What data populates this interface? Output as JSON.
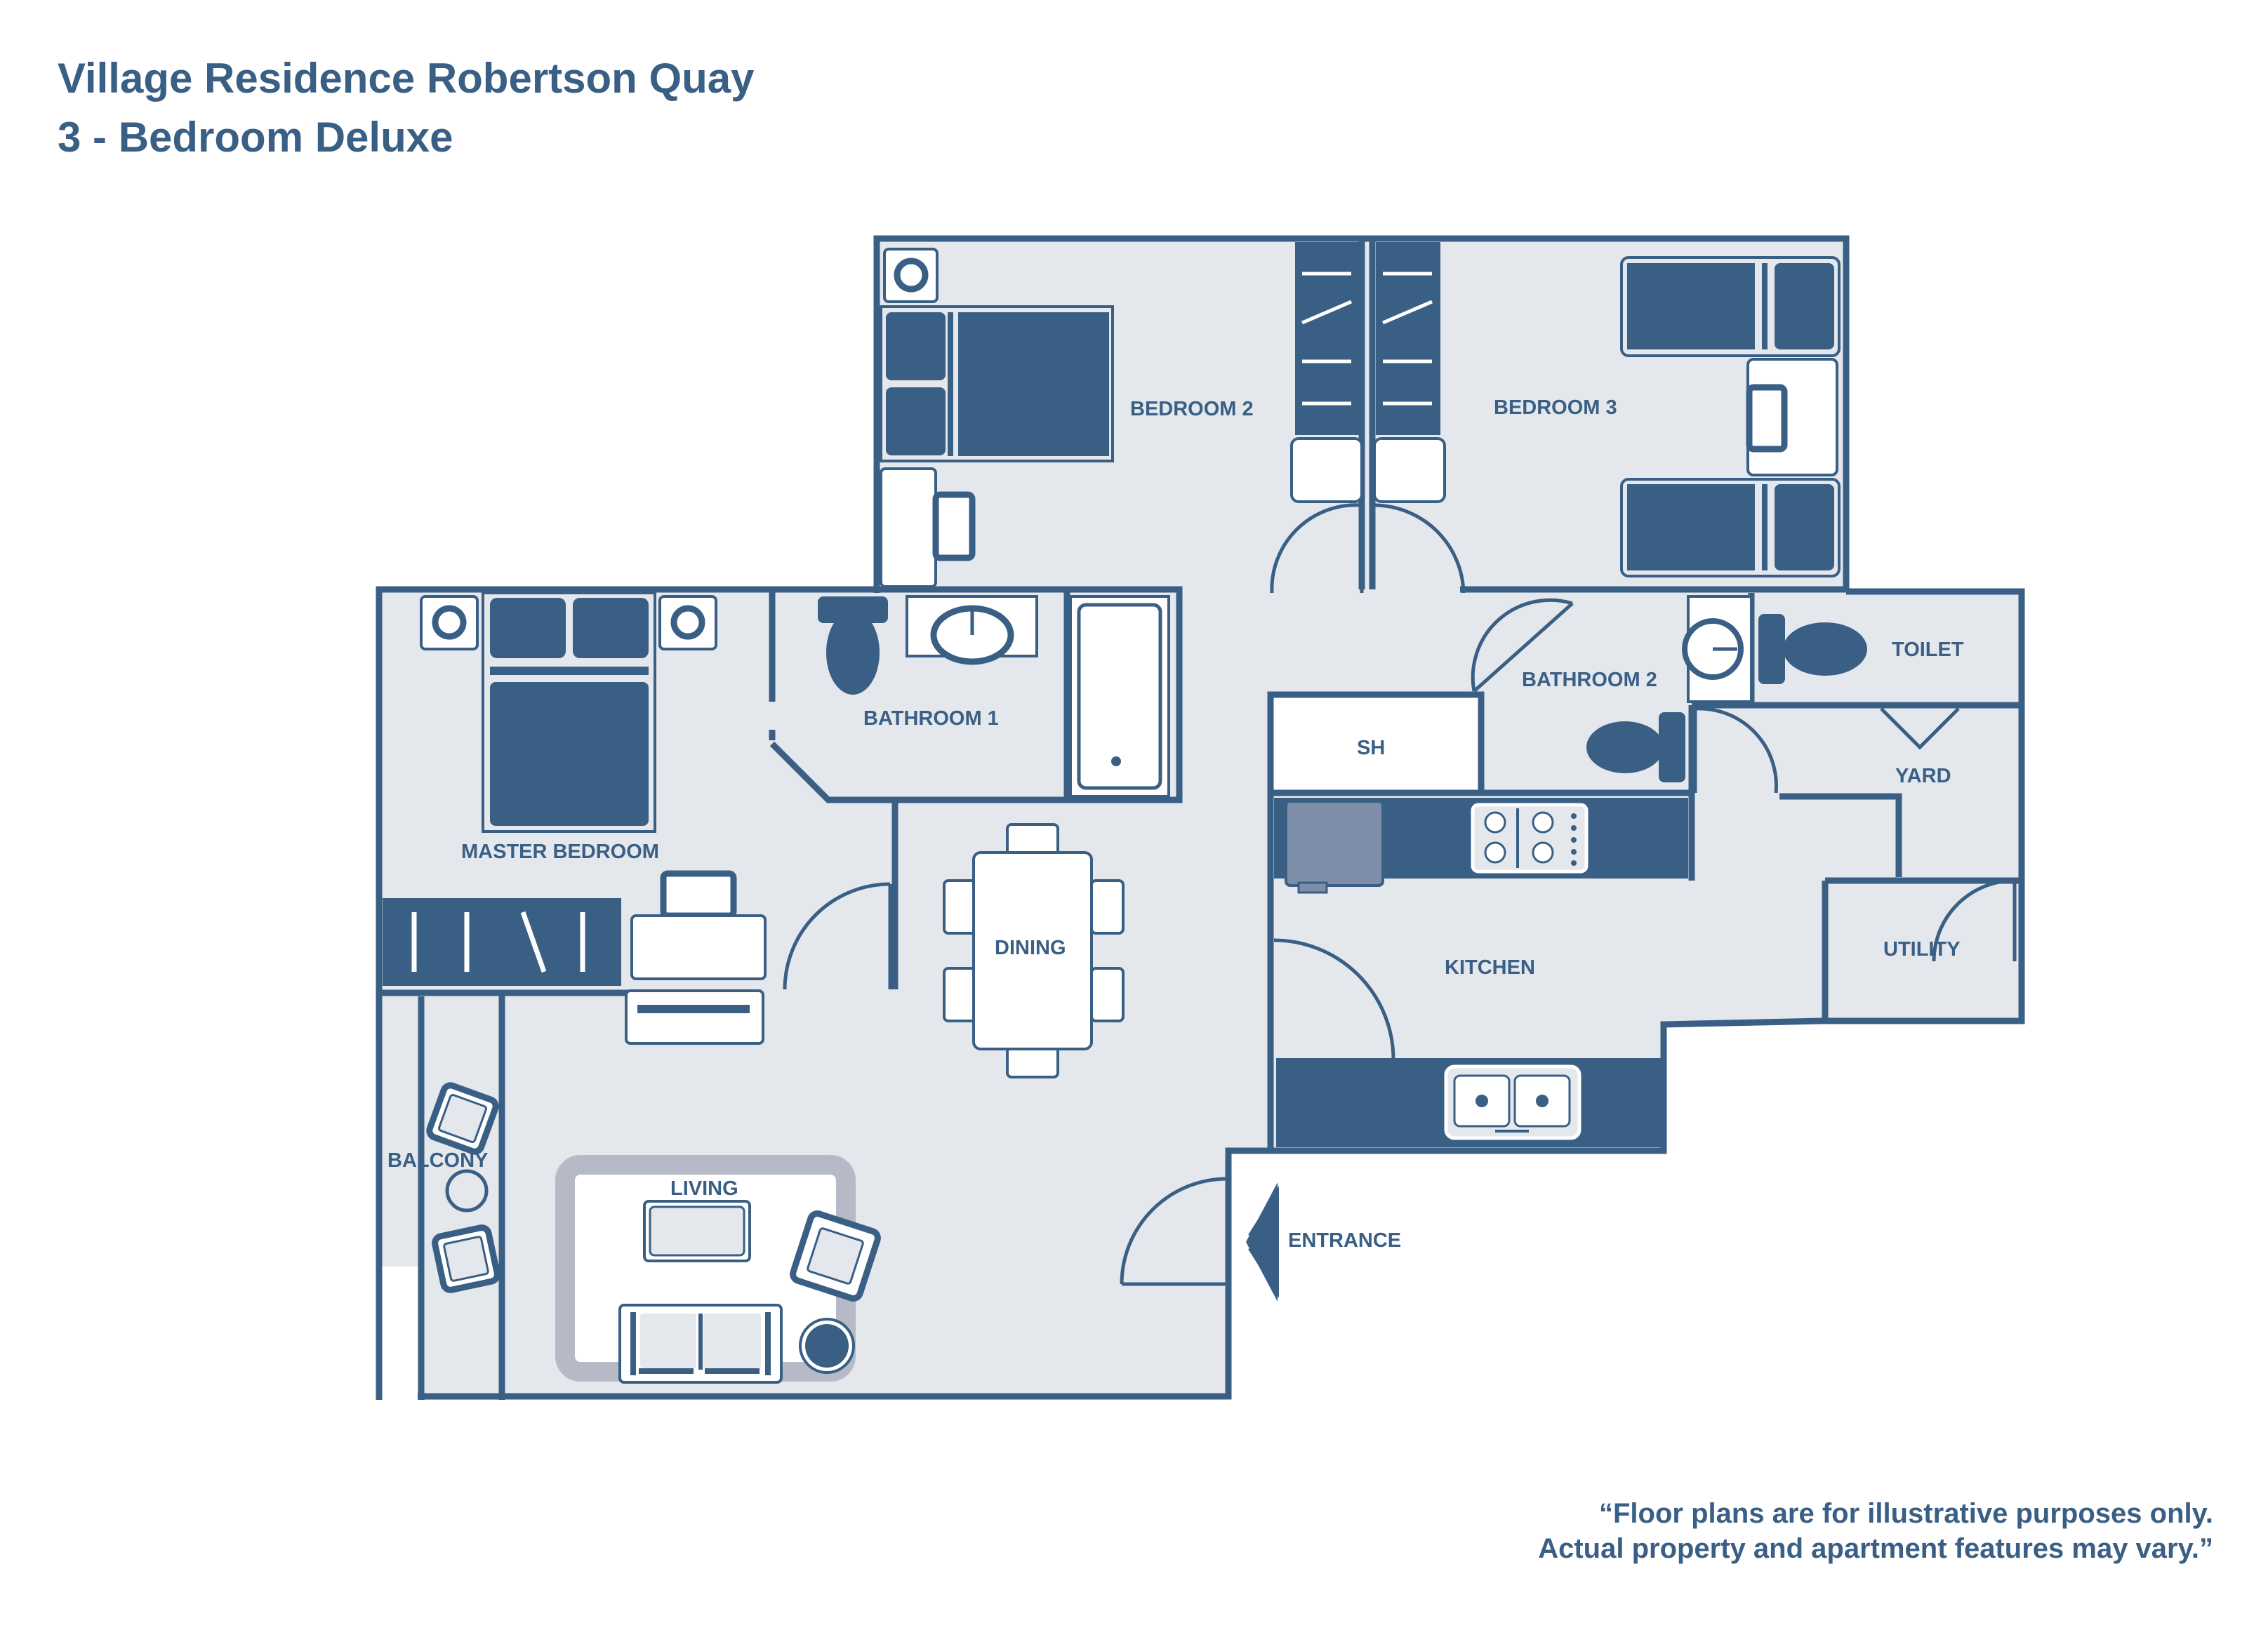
{
  "header": {
    "title": "Village Residence Robertson Quay",
    "subtitle": "3 - Bedroom Deluxe"
  },
  "rooms": {
    "bedroom2": "BEDROOM 2",
    "bedroom3": "BEDROOM 3",
    "master_bedroom": "MASTER BEDROOM",
    "bathroom1": "BATHROOM 1",
    "bathroom2": "BATHROOM 2",
    "toilet": "TOILET",
    "sh": "SH",
    "yard": "YARD",
    "dining": "DINING",
    "kitchen": "KITCHEN",
    "utility": "UTILITY",
    "balcony": "BALCONY",
    "living": "LIVING",
    "entrance": "ENTRANCE"
  },
  "disclaimer": {
    "line1": "“Floor plans are for illustrative purposes only.",
    "line2": "Actual property and apartment features may vary.”"
  },
  "colors": {
    "wall": "#3a5f85",
    "floor": "#e4e7ec",
    "furniture": "#3a5f85",
    "text": "#3a5f85",
    "rug": "#b5bac6"
  }
}
